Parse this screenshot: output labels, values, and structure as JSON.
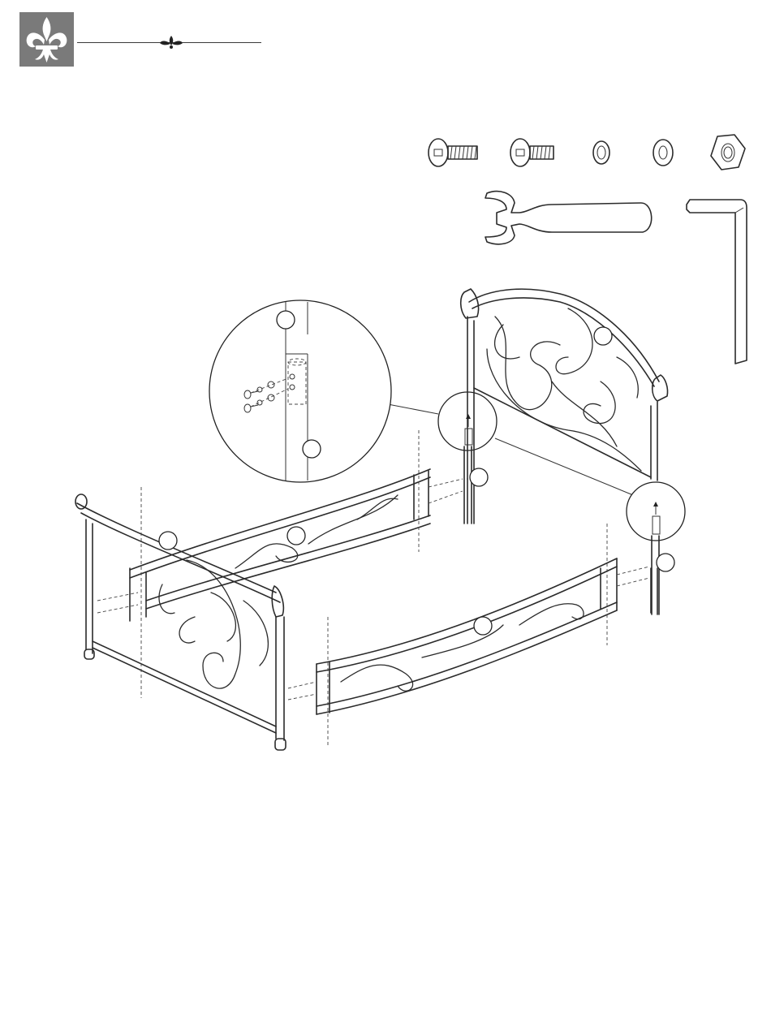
{
  "document": {
    "type": "assembly-diagram",
    "brand_mark": "fleur-de-lis-logo",
    "hardware": [
      {
        "id": "long-bolt",
        "icon": "bolt-icon"
      },
      {
        "id": "short-bolt",
        "icon": "bolt-icon"
      },
      {
        "id": "lock-washer",
        "icon": "lock-washer-icon"
      },
      {
        "id": "flat-washer",
        "icon": "washer-icon"
      },
      {
        "id": "hex-nut",
        "icon": "hex-nut-icon"
      }
    ],
    "tools": [
      {
        "id": "open-end-wrench",
        "icon": "wrench-icon"
      },
      {
        "id": "allen-key",
        "icon": "hex-key-icon"
      }
    ],
    "callouts": [
      "",
      "",
      "",
      "",
      "",
      "",
      "",
      ""
    ],
    "colors": {
      "logo": "#7a7a7a",
      "line": "#2b2b2b",
      "background": "#ffffff"
    }
  }
}
